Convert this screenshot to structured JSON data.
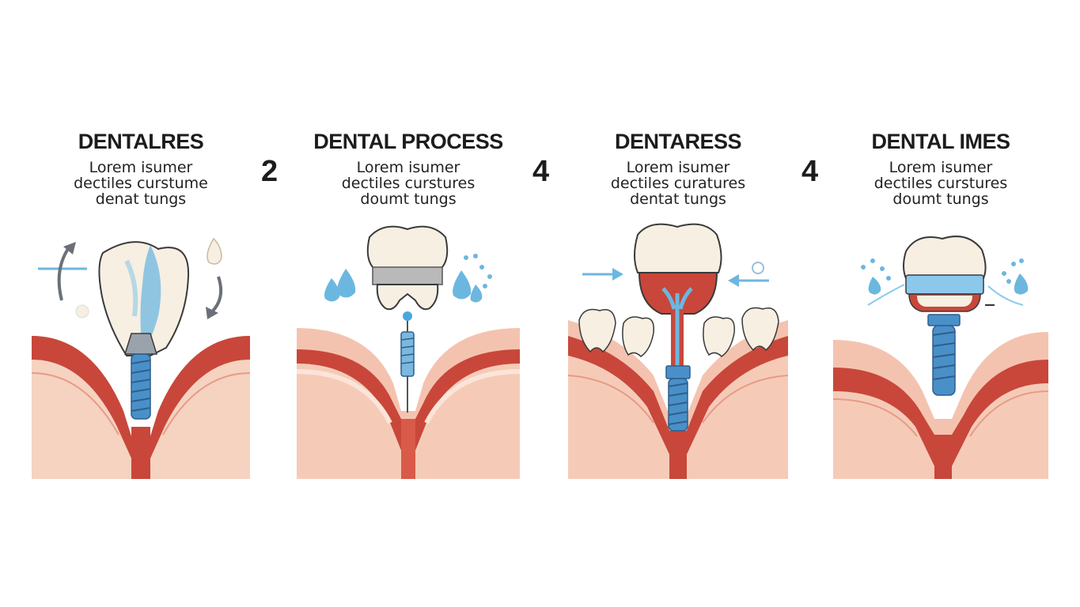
{
  "panels": [
    {
      "title": "DENTALRES",
      "lines": [
        "Lorem isumer",
        "dectiles curstume",
        "denat tungs"
      ]
    },
    {
      "title": "DENTAL PROCESS",
      "lines": [
        "Lorem isumer",
        "dectiles curstures",
        "doumt tungs"
      ]
    },
    {
      "title": "DENTARESS",
      "lines": [
        "Lorem isumer",
        "dectiles curatures",
        "dentat tungs"
      ]
    },
    {
      "title": "DENTAL IMES",
      "lines": [
        "Lorem isumer",
        "dectiles curstures",
        "doumt tungs"
      ]
    }
  ],
  "step_numbers": [
    "2",
    "4",
    "4"
  ],
  "colors": {
    "gum_pink": "#f2b3a0",
    "gum_red": "#c8473a",
    "bone": "#f5cbb8",
    "enamel": "#f6efe2",
    "implant_blue": "#4a90c8",
    "water_blue": "#6cb7e0"
  }
}
